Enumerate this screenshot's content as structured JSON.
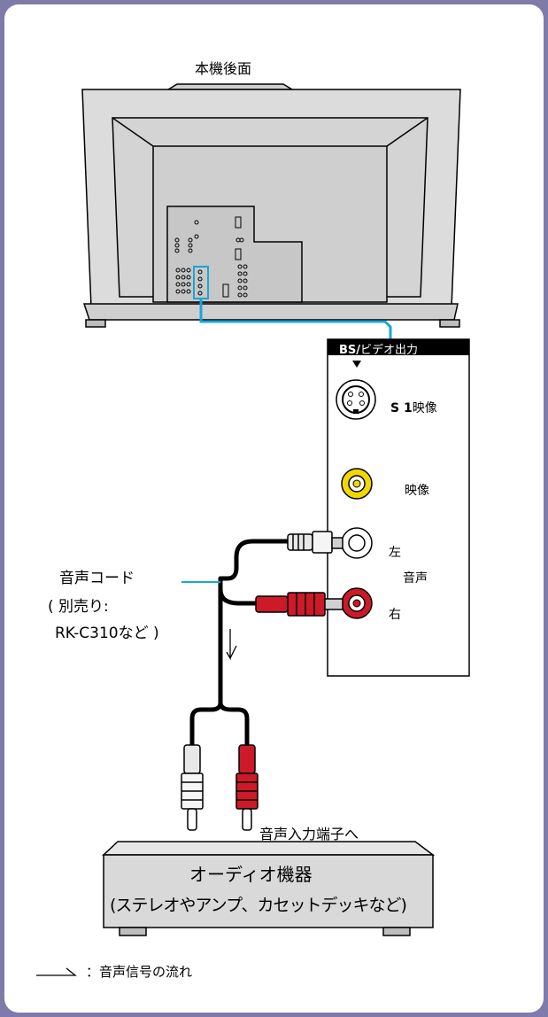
{
  "diagram": {
    "tv_label": "本機後面",
    "output_panel": {
      "header_bold": "BS/",
      "header_rest": "ビデオ出力",
      "s1_bold": "S 1",
      "s1_rest": "映像",
      "video_label": "映像",
      "left_label": "左",
      "right_label": "右",
      "audio_label": "音声"
    },
    "cable": {
      "name": "音声コード",
      "note_line1": "( 別売り:",
      "note_line2": "RK-C310など )"
    },
    "input_label": "音声入力端子へ",
    "device": {
      "line1": "オーディオ機器",
      "line2": "(ステレオやアンプ、カセットデッキなど)"
    },
    "legend": {
      "text": "：音声信号の流れ"
    }
  },
  "colors": {
    "frame": "#7e7aa9",
    "cable_blue": "#1aa5d8",
    "plug_red": "#cc1a28",
    "jack_yellow": "#f2d800",
    "tv_gray": "#d9d9d9",
    "device_gray": "#d9d9d9"
  }
}
